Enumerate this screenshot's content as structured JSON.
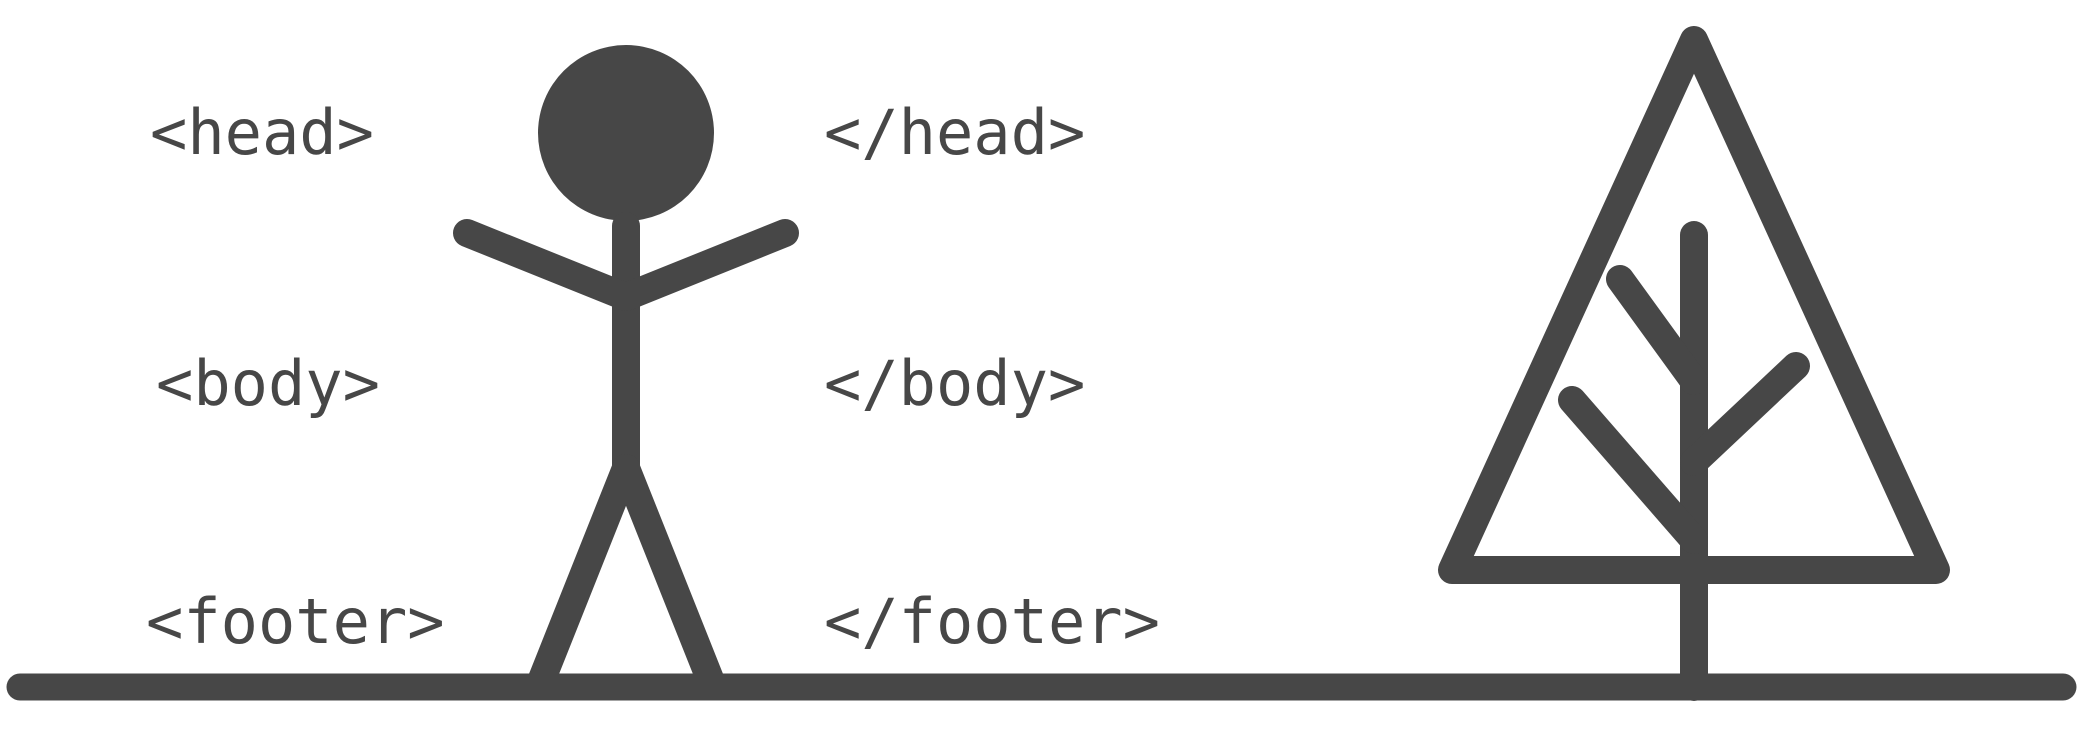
{
  "illustration": {
    "labels": {
      "head_open": "<head>",
      "head_close": "</head>",
      "body_open": "<body>",
      "body_close": "</body>",
      "footer_open": "<footer>",
      "footer_close": "</footer>"
    },
    "icons": [
      "stick-figure-icon",
      "tree-icon",
      "ground-line"
    ],
    "colors": {
      "ink": "#474747",
      "background": "#ffffff"
    }
  }
}
